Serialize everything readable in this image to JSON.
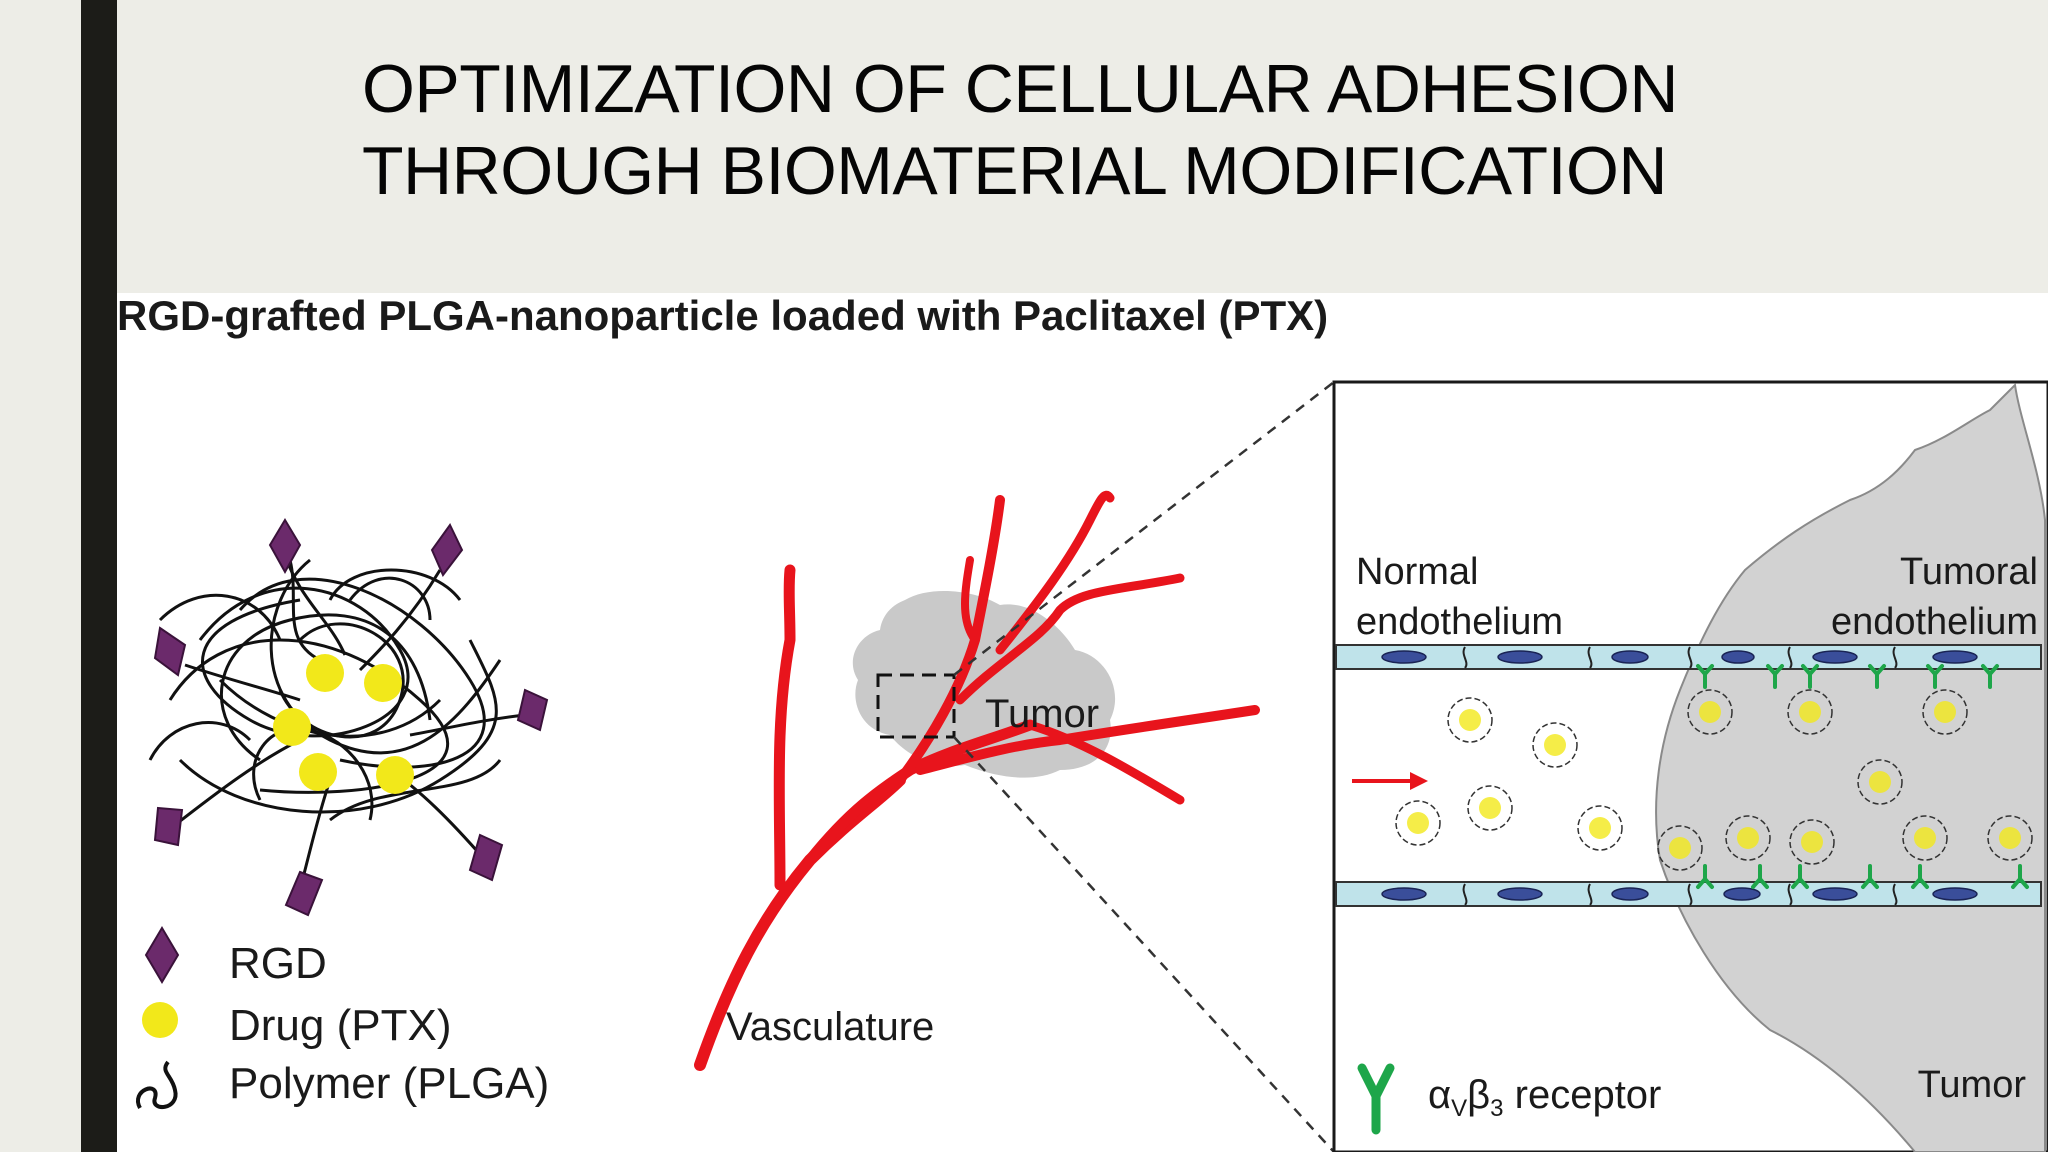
{
  "slide": {
    "title_line1": "OPTIMIZATION OF CELLULAR ADHESION",
    "title_line2": "THROUGH BIOMATERIAL MODIFICATION"
  },
  "figure": {
    "heading": "RGD-grafted PLGA-nanoparticle loaded with Paclitaxel (PTX)",
    "legend": {
      "rgd": "RGD",
      "drug": "Drug (PTX)",
      "polymer": "Polymer (PLGA)"
    },
    "middle": {
      "tumor_label": "Tumor",
      "vasculature_label": "Vasculature"
    },
    "inset": {
      "normal_line1": "Normal",
      "normal_line2": "endothelium",
      "tumoral_line1": "Tumoral",
      "tumoral_line2": "endothelium",
      "receptor_alpha": "α",
      "receptor_v": "V",
      "receptor_beta": "β",
      "receptor_3": "3",
      "receptor_suffix": " receptor",
      "tumor_label": "Tumor"
    },
    "colors": {
      "rgd": "#6b2a6b",
      "drug": "#f2e81a",
      "vessel": "#e8141c",
      "receptor": "#1ea64a",
      "tumor": "#cfcfcf",
      "endothelium": "#bfe3ea",
      "cell_nucleus": "#3a4e9a"
    }
  }
}
